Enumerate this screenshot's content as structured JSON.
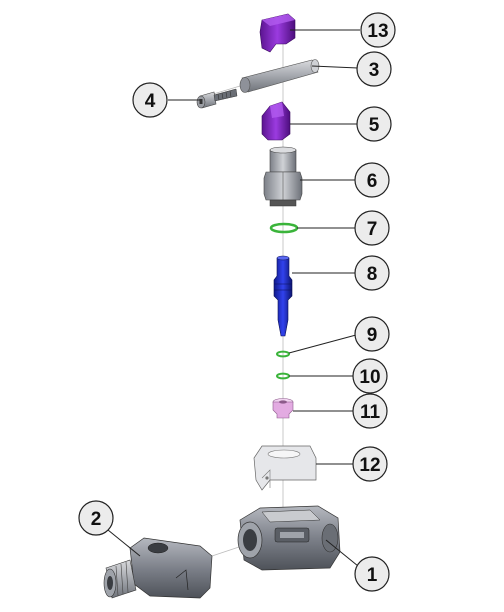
{
  "callouts": {
    "c1": "1",
    "c2": "2",
    "c3": "3",
    "c4": "4",
    "c5": "5",
    "c6": "6",
    "c7": "7",
    "c8": "8",
    "c9": "9",
    "c10": "10",
    "c11": "11",
    "c12": "12",
    "c13": "13"
  },
  "colors": {
    "purple_part": "#8a2ec8",
    "blue_part": "#1f2fd8",
    "green_oring": "#3ab43a",
    "pink_part": "#e7b6e6",
    "gray_body": "#8a8f99"
  },
  "parts": {
    "p13": {
      "name": "purple-cap-icon"
    },
    "p3": {
      "name": "gray-rod-icon"
    },
    "p4": {
      "name": "screw-icon"
    },
    "p5": {
      "name": "purple-knob-icon"
    },
    "p6": {
      "name": "fitting-icon"
    },
    "p7": {
      "name": "o-ring-icon"
    },
    "p8": {
      "name": "blue-tube-icon"
    },
    "p9": {
      "name": "small-o-ring-icon"
    },
    "p10": {
      "name": "small-o-ring-icon"
    },
    "p11": {
      "name": "pink-bushing-icon"
    },
    "p12": {
      "name": "bracket-icon"
    },
    "p1": {
      "name": "valve-body-icon"
    },
    "p2": {
      "name": "side-fitting-icon"
    }
  }
}
